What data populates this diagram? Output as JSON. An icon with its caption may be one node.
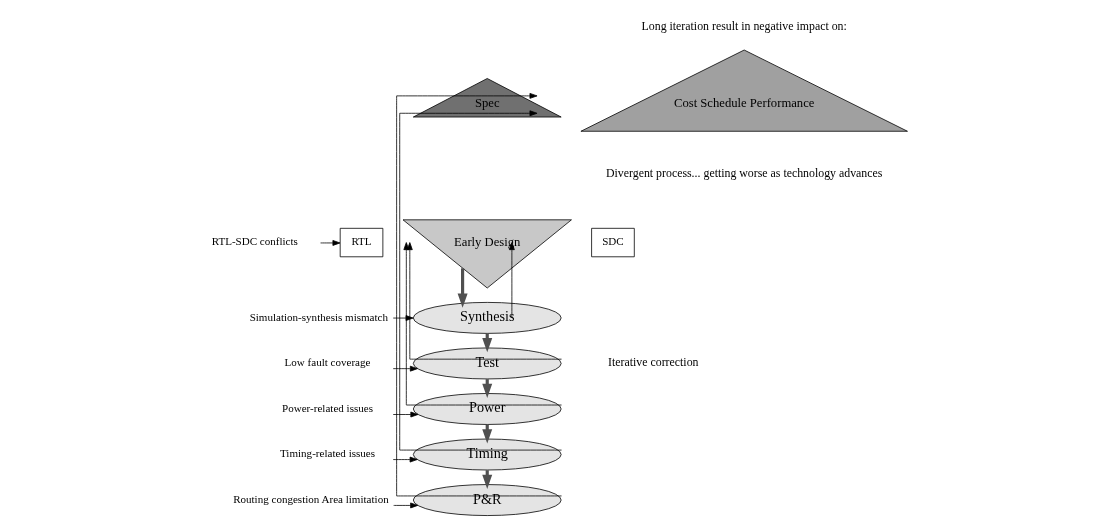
{
  "diagram": {
    "nodes": [
      {
        "text": [
          "Spec"
        ]
      },
      {
        "text": [
          "Early Design"
        ]
      },
      {
        "text": [
          "RTL"
        ]
      },
      {
        "text": [
          "SDC"
        ]
      },
      {
        "text": [
          "Synthesis"
        ]
      },
      {
        "text": [
          "Test"
        ]
      },
      {
        "text": [
          "Power"
        ]
      },
      {
        "text": [
          "Timing"
        ]
      },
      {
        "text": [
          "P&R"
        ]
      },
      {
        "text": [
          "RTL-SDC conflicts"
        ]
      },
      {
        "text": [
          "Simulation-synthesis mismatch"
        ]
      },
      {
        "text": [
          "Low fault coverage"
        ]
      },
      {
        "text": [
          "Power-related issues"
        ]
      },
      {
        "text": [
          "Timing-related issues"
        ]
      },
      {
        "text": [
          "Routing congestion Area limitation"
        ]
      },
      {
        "text": [
          "Cost Schedule Performance"
        ],
        "beside": [
          "Long iteration result in negative impact on:",
          "Divergent process... getting worse as technology advances"
        ]
      }
    ],
    "edges": [
      {
        "from": 9,
        "to": 2,
        "arrow": "to"
      },
      {
        "from": 10,
        "to": 4,
        "arrow": "to"
      },
      {
        "from": 11,
        "to": 5,
        "arrow": "to"
      },
      {
        "from": 12,
        "to": 6,
        "arrow": "to"
      },
      {
        "from": 13,
        "to": 7,
        "arrow": "to"
      },
      {
        "from": 14,
        "to": 8,
        "arrow": "to"
      },
      {
        "from": 1,
        "to": 4,
        "arrow": "to",
        "style": "thick",
        "color": "#505050"
      },
      {
        "from": 4,
        "to": 5,
        "arrow": "to",
        "style": "thick",
        "color": "#505050"
      },
      {
        "from": 5,
        "to": 6,
        "arrow": "to",
        "style": "thick",
        "color": "#505050"
      },
      {
        "from": 6,
        "to": 7,
        "arrow": "to",
        "style": "thick",
        "color": "#505050"
      },
      {
        "from": 7,
        "to": 8,
        "arrow": "to",
        "style": "thick",
        "color": "#505050"
      },
      {
        "from": 4,
        "to": 1,
        "arrow": "to"
      },
      {
        "from": 5,
        "to": 1,
        "arrow": "to"
      },
      {
        "from": 6,
        "to": 1,
        "arrow": "to"
      },
      {
        "from": 7,
        "to": 0,
        "arrow": "to"
      },
      {
        "from": 8,
        "to": 0,
        "arrow": "to"
      }
    ],
    "labels": [
      "Iterative correction"
    ]
  }
}
